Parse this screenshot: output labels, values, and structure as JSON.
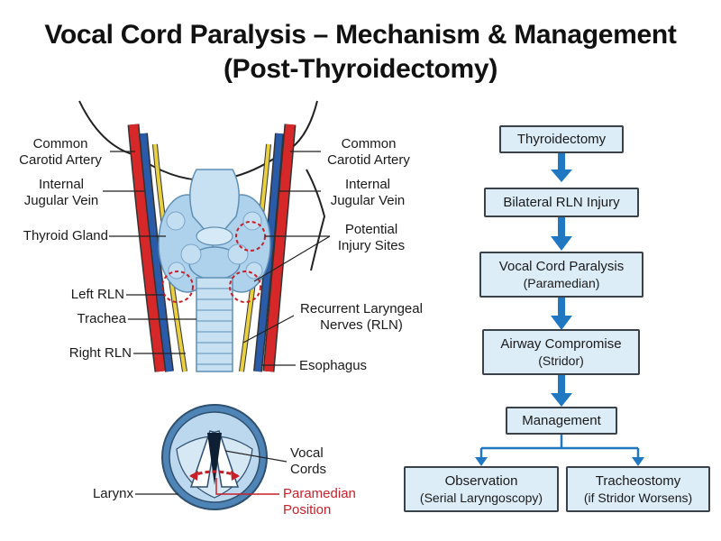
{
  "title": {
    "line1": "Vocal Cord Paralysis – Mechanism & Management",
    "line2": "(Post-Thyroidectomy)"
  },
  "anatomy": {
    "left_labels": {
      "carotid_1": "Common",
      "carotid_2": "Carotid Artery",
      "jugular_1": "Internal",
      "jugular_2": "Jugular Vein",
      "thyroid": "Thyroid Gland",
      "left_rln": "Left RLN",
      "trachea": "Trachea",
      "right_rln": "Right RLN"
    },
    "right_labels": {
      "carotid_1": "Common",
      "carotid_2": "Carotid Artery",
      "jugular_1": "Internal",
      "jugular_2": "Jugular Vein",
      "injury_1": "Potential",
      "injury_2": "Injury Sites",
      "rln_1": "Recurrent Laryngeal",
      "rln_2": "Nerves (RLN)",
      "esophagus": "Esophagus"
    }
  },
  "larynx": {
    "label": "Larynx",
    "vocal_1": "Vocal",
    "vocal_2": "Cords",
    "paramedian_1": "Paramedian",
    "paramedian_2": "Position"
  },
  "flowchart": {
    "steps": [
      {
        "text": "Thyroidectomy",
        "sub": ""
      },
      {
        "text": "Bilateral RLN Injury",
        "sub": ""
      },
      {
        "text": "Vocal Cord Paralysis",
        "sub": "(Paramedian)"
      },
      {
        "text": "Airway Compromise",
        "sub": "(Stridor)"
      },
      {
        "text": "Management",
        "sub": ""
      }
    ],
    "branches": [
      {
        "text": "Observation",
        "sub": "(Serial Laryngoscopy)"
      },
      {
        "text": "Tracheostomy",
        "sub": "(if Stridor Worsens)"
      }
    ]
  },
  "colors": {
    "artery": "#d62828",
    "vein": "#2a5ba8",
    "nerve": "#e8d040",
    "thyroid": "#aed2ec",
    "arrow": "#1f78c1",
    "box_fill": "#dcedf8",
    "injury": "#c8202a"
  }
}
